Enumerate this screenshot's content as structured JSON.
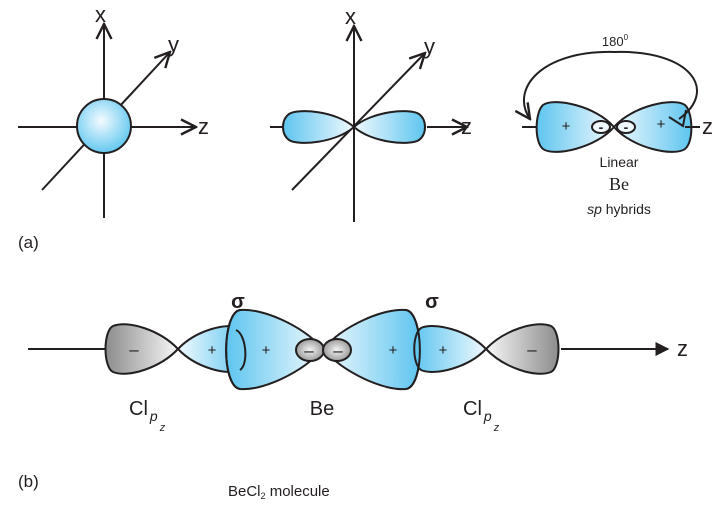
{
  "panel_a": {
    "label": "(a)",
    "s_orbital": {
      "axis_x": "x",
      "axis_y": "y",
      "axis_z": "z"
    },
    "p_orbital": {
      "axis_x": "x",
      "axis_y": "y",
      "axis_z": "z"
    },
    "sp_hybrids": {
      "angle_base": "180",
      "angle_sup": "0",
      "lobe_left_sign": "+",
      "lobe_right_sign": "+",
      "small_left_sign": "-",
      "small_right_sign": "-",
      "axis_z": "z",
      "geometry": "Linear",
      "atom": "Be",
      "caption_italic": "sp",
      "caption_rest": " hybrids"
    }
  },
  "panel_b": {
    "label": "(b)",
    "sigma_left": "σ",
    "sigma_right": "σ",
    "cl_left": {
      "symbol": "Cl",
      "sub": "p",
      "subsub": "z"
    },
    "cl_right": {
      "symbol": "Cl",
      "sub": "p",
      "subsub": "z"
    },
    "be_label": "Be",
    "axis_z": "z",
    "signs": {
      "cl_left_back": "–",
      "cl_left_front": "+",
      "be_left_big": "+",
      "be_left_small": "–",
      "be_right_small": "–",
      "be_right_big": "+",
      "cl_right_front": "+",
      "cl_right_back": "–"
    },
    "caption_pre": "BeCl",
    "caption_sub": "2",
    "caption_post": "  molecule"
  },
  "colors": {
    "lobe_blue_light": "#e9f6fd",
    "lobe_blue_dark": "#5ec5ef",
    "lobe_grey_light": "#f5f5f5",
    "lobe_grey_dark": "#8a8a8a",
    "line": "#231f20"
  }
}
